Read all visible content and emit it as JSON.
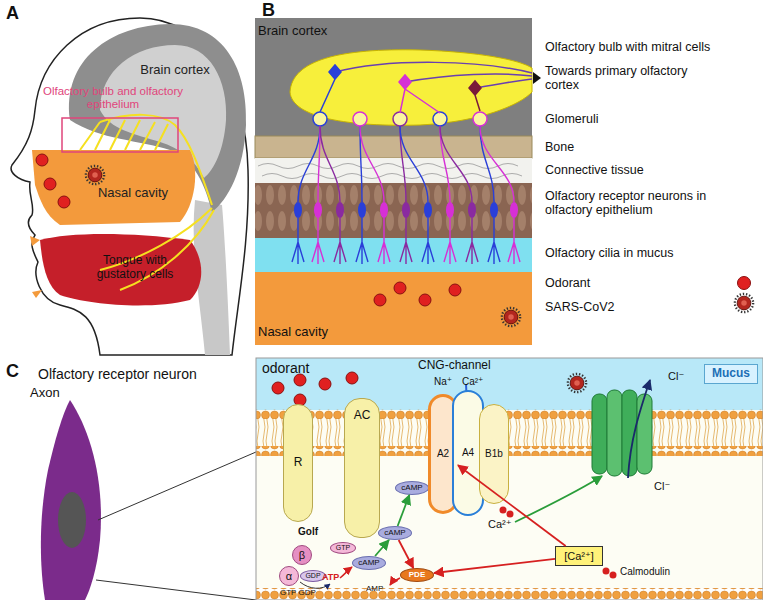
{
  "diagram": {
    "nodes": [
      {
        "text": [
          "Brain cortex"
        ]
      },
      {
        "text": [
          "Olfactory bulb and olfactory epithelium"
        ]
      },
      {
        "text": [
          "Nasal cavity"
        ]
      },
      {
        "text": [
          "Tongue with gustatory cells"
        ]
      },
      {
        "text": [
          "Brain cortex"
        ]
      },
      {
        "text": [
          "Nasal cavity"
        ]
      },
      {
        "text": [
          "Mucus"
        ]
      },
      {
        "text": [
          "R"
        ]
      },
      {
        "text": [
          "AC"
        ]
      },
      {
        "text": [
          "β"
        ]
      },
      {
        "text": [
          "α"
        ]
      },
      {
        "text": [
          "GTP"
        ]
      },
      {
        "text": [
          "GDP"
        ]
      },
      {
        "text": [
          "cAMP"
        ]
      },
      {
        "text": [
          "cAMP"
        ]
      },
      {
        "text": [
          "cAMP"
        ]
      },
      {
        "text": [
          "A2"
        ]
      },
      {
        "text": [
          "A4"
        ]
      },
      {
        "text": [
          "B1b"
        ]
      },
      {
        "text": [
          "PDE"
        ]
      },
      {
        "text": [
          "[Ca²⁺]"
        ]
      }
    ],
    "edges": [
      {
        "from": 13,
        "to": 14,
        "arrow": "to"
      },
      {
        "from": 14,
        "to": 15,
        "arrow": "to"
      },
      {
        "from": 14,
        "to": 19,
        "arrow": "to"
      },
      {
        "from": 20,
        "to": 19,
        "arrow": "to"
      },
      {
        "from": 20,
        "to": 16,
        "arrow": "to"
      }
    ],
    "labels": [
      "A",
      "B",
      "C",
      "Olfactory bulb with mitral cells",
      "Towards primary olfactory cortex",
      "Glomeruli",
      "Bone",
      "Connective tissue",
      "Olfactory receptor neurons in olfactory epithelium",
      "Olfactory cilia in mucus",
      "Olfactory receptor neuron",
      "Axon",
      "odorant",
      "CNG-channel",
      "Na⁺",
      "Ca²⁺",
      "Cl⁻",
      "Golf",
      "GTP GDP",
      "ATP",
      "AMP",
      "Ca²⁺",
      "Cl⁻",
      "Calmodulin"
    ],
    "legend": [
      {
        "text": "Odorant",
        "color": "#e02020"
      },
      {
        "text": "SARS-CoV2"
      }
    ]
  }
}
